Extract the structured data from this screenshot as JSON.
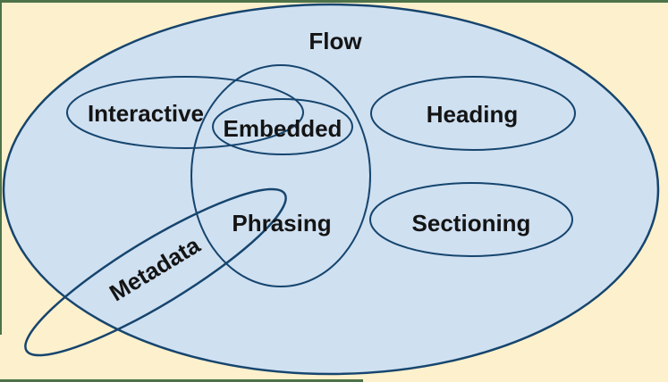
{
  "diagram": {
    "title": "Flow",
    "description": "Euler diagram of overlapping content categories inside a large Flow set",
    "categories": [
      {
        "label": "Interactive"
      },
      {
        "label": "Embedded"
      },
      {
        "label": "Heading"
      },
      {
        "label": "Phrasing"
      },
      {
        "label": "Sectioning"
      },
      {
        "label": "Metadata"
      }
    ]
  },
  "colors": {
    "canvas_bg": "#fdf0cc",
    "set_fill": "#cfe0f1",
    "set_stroke": "#16456e",
    "label": "#141414",
    "frame": "#4d7249"
  }
}
